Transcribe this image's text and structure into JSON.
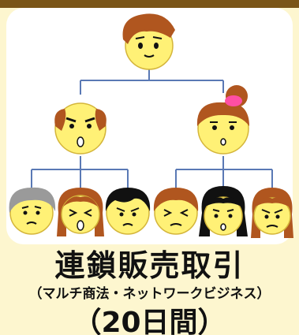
{
  "caption": {
    "title": "連鎖販売取引",
    "subtitle": "（マルチ商法・ネットワークビジネス）",
    "duration": "（20日間）"
  },
  "colors": {
    "background": "#fdf6cf",
    "frame": "#7a5518",
    "panel": "#ffffff",
    "face": "#fff176",
    "face_outline": "#d4b53a",
    "connector": "#5a79b5",
    "hair_brown": "#b0561f",
    "hair_gray": "#9a9a9a",
    "hair_black": "#111111",
    "bow": "#ff4fa3"
  },
  "tree": {
    "levels": 3,
    "icons": [
      "person-icon",
      "hair-bun-icon",
      "bow-icon",
      "face-icon"
    ]
  }
}
